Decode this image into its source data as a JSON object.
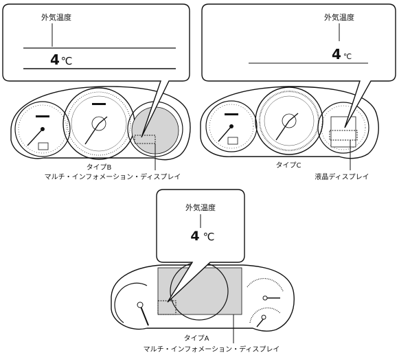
{
  "panels": {
    "type_b": {
      "callout_label": "外気温度",
      "temp_value": "4",
      "temp_unit": "℃",
      "caption": "タイプB",
      "pointer_label": "マルチ・インフォメーション・ディスプレイ"
    },
    "type_c": {
      "callout_label": "外気温度",
      "temp_value": "4",
      "temp_unit": "℃",
      "caption": "タイプC",
      "pointer_label": "液晶ディスプレイ"
    },
    "type_a": {
      "callout_label": "外気温度",
      "temp_value": "4",
      "temp_unit": "℃",
      "caption": "タイプA",
      "pointer_label": "マルチ・インフォメーション・ディスプレイ"
    }
  },
  "colors": {
    "line": "#111111",
    "display_fill": "#d4d4d4"
  }
}
